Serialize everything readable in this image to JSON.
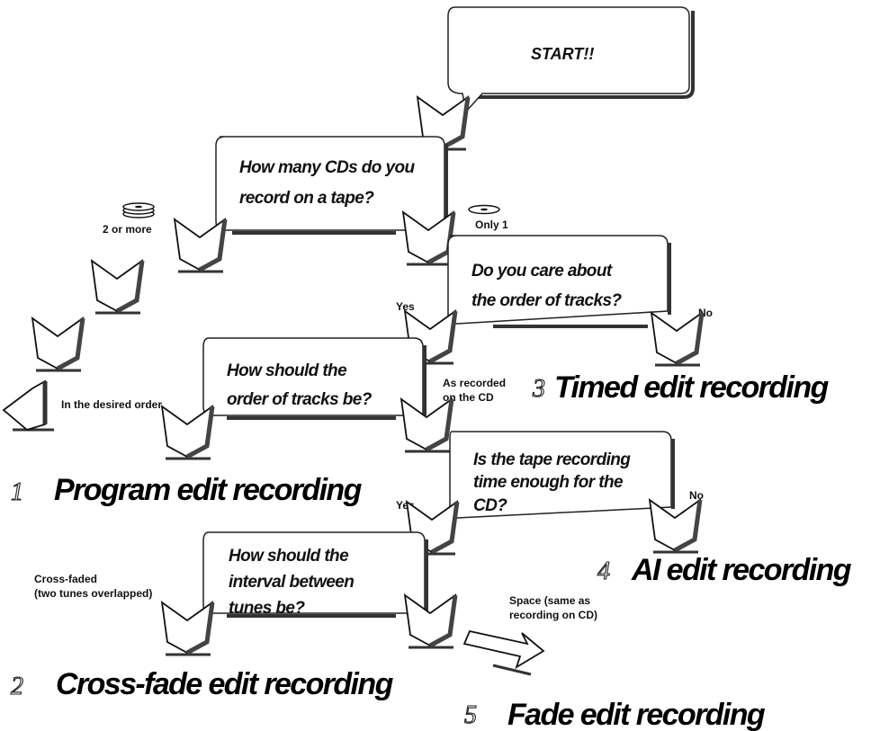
{
  "start": "START!!",
  "questions": {
    "q1_line1": "How many CDs do you",
    "q1_line2": "record on a tape?",
    "q2_line1": "Do you care about",
    "q2_line2": "the order of tracks?",
    "q3_line1": "How should the",
    "q3_line2": "order of tracks be?",
    "q4_line1": "Is the tape recording",
    "q4_line2": "time enough for the",
    "q4_line3": "CD?",
    "q5_line1": "How should the",
    "q5_line2": "interval between",
    "q5_line3": "tunes be?"
  },
  "labels": {
    "two_or_more": "2 or more",
    "only_one": "Only 1",
    "yes_a": "Yes",
    "no_a": "No",
    "in_desired_order": "In the desired order",
    "as_recorded_1": "As recorded",
    "as_recorded_2": "on the CD",
    "yes_b": "Yes",
    "no_b": "No",
    "cross_faded_1": "Cross-faded",
    "cross_faded_2": "(two tunes overlapped)",
    "space_1": "Space (same as",
    "space_2": "recording on CD)"
  },
  "results": {
    "r1_num": "1",
    "r1_text": "Program edit recording",
    "r2_num": "2",
    "r2_text": "Cross-fade edit recording",
    "r3_num": "3",
    "r3_text": "Timed edit recording",
    "r4_num": "4",
    "r4_text": "AI edit recording",
    "r5_num": "5",
    "r5_text": "Fade edit recording"
  }
}
